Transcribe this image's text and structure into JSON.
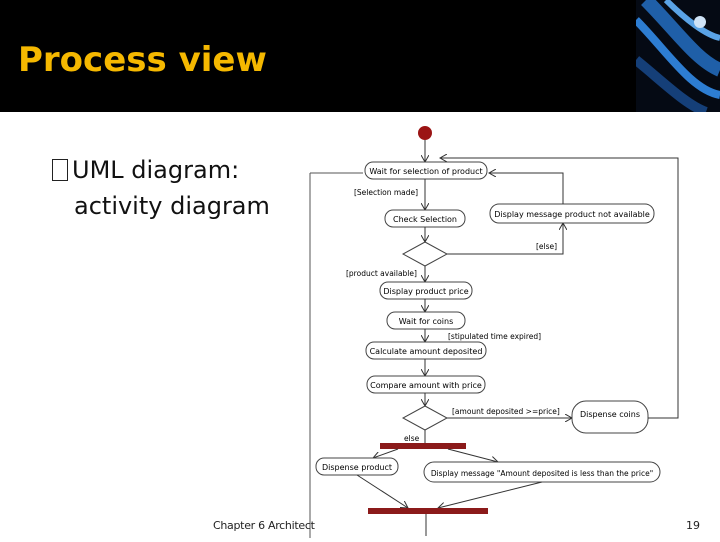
{
  "slide": {
    "title": "Process view",
    "bullet_line1": "UML diagram:",
    "bullet_line2": "activity diagram",
    "footer": "Chapter 6 Architect",
    "page_number": "19"
  },
  "diagram": {
    "nodes": {
      "wait_selection": "Wait for selection of product",
      "check_selection": "Check Selection",
      "display_not_available": "Display message product not available",
      "display_price": "Display product price",
      "wait_coins": "Wait for coins",
      "calculate": "Calculate amount deposited",
      "compare": "Compare amount with price",
      "dispense_coins": "Dispense coins",
      "dispense_product": "Dispense product",
      "display_less": "Display message \"Amount deposited is less than the price\""
    },
    "guards": {
      "selection_made": "[Selection made]",
      "else_bracket": "[else]",
      "product_available": "[product available]",
      "stipulated": "[stipulated time expired]",
      "amount_ge_price": "[amount deposited >=price]",
      "else_plain": "else"
    }
  },
  "colors": {
    "header_bg": "#000000",
    "title": "#f5b800",
    "bar": "#8b1a1a",
    "initial_node": "#9b1414"
  }
}
